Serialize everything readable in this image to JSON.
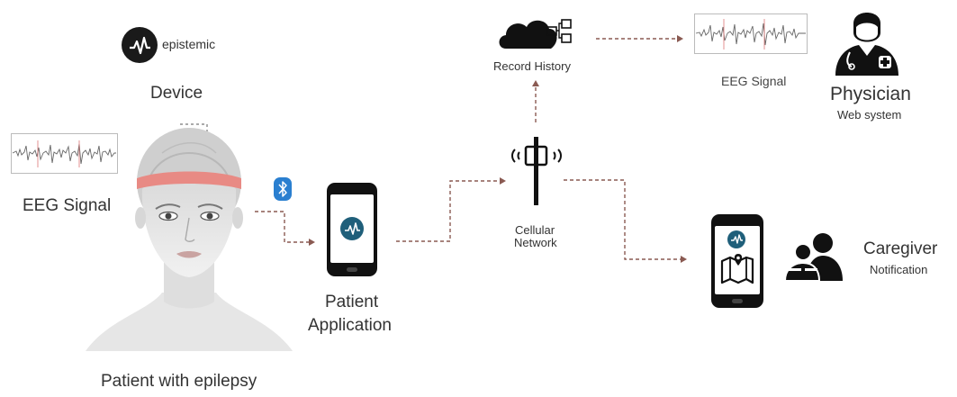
{
  "brand": {
    "name": "epistemic"
  },
  "labels": {
    "device": "Device",
    "eeg_left": "EEG Signal",
    "patient": "Patient with epilepsy",
    "patient_app_line1": "Patient",
    "patient_app_line2": "Application",
    "record_history": "Record History",
    "cellular_line1": "Cellular",
    "cellular_line2": "Network",
    "eeg_right": "EEG Signal",
    "physician": "Physician",
    "web_system": "Web system",
    "caregiver": "Caregiver",
    "notification": "Notification"
  },
  "colors": {
    "brand": "#1a1a1a",
    "headband": "#e88a84",
    "app_icon": "#1f5f7a",
    "bluetooth": "#2a7fd0",
    "arrow": "#8a5a52"
  }
}
